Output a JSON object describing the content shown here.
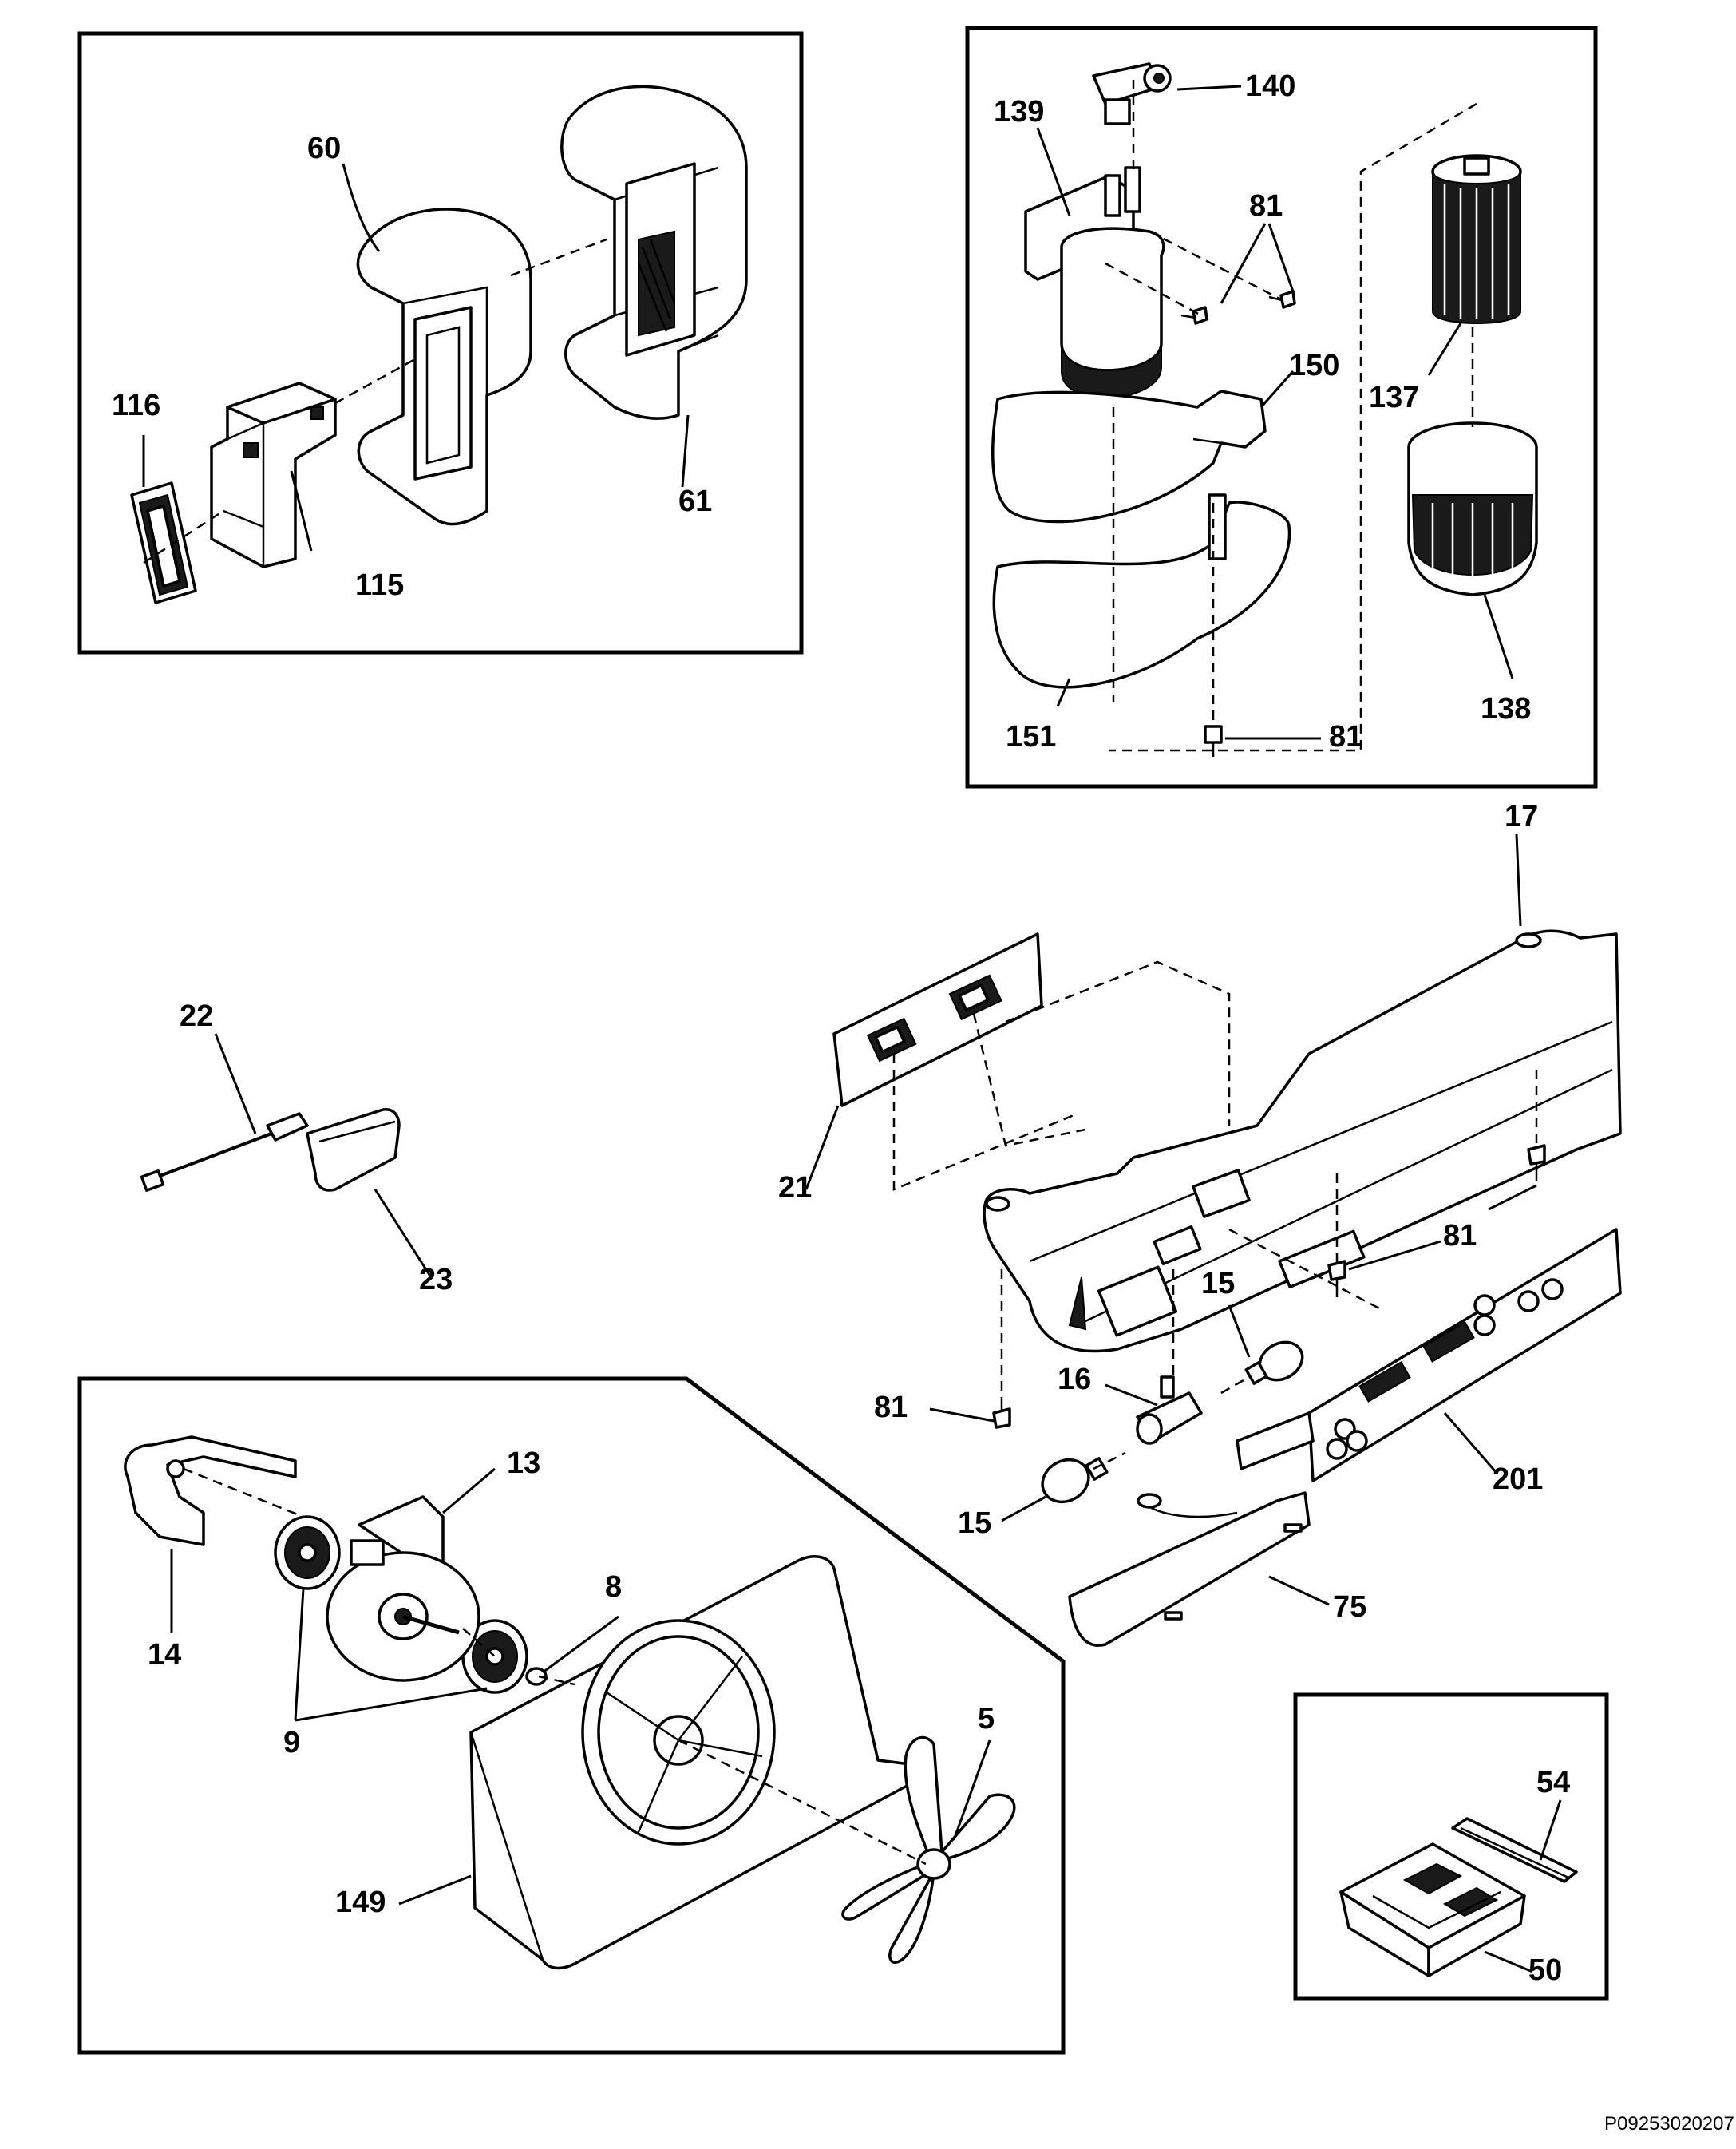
{
  "diagram": {
    "drawing_code": "P09253020207",
    "groups": [
      {
        "id": "filter-cover",
        "labels": [
          "60",
          "61",
          "115",
          "116"
        ]
      },
      {
        "id": "water-filter",
        "labels": [
          "81",
          "137",
          "138",
          "139",
          "140",
          "150",
          "151"
        ]
      },
      {
        "id": "dispenser-housing",
        "labels": [
          "15",
          "16",
          "17",
          "21",
          "22",
          "23",
          "75",
          "81",
          "201"
        ]
      },
      {
        "id": "fan-assembly",
        "labels": [
          "5",
          "8",
          "9",
          "13",
          "14",
          "149"
        ]
      },
      {
        "id": "tray",
        "labels": [
          "50",
          "54"
        ]
      }
    ],
    "labels": {
      "l60": "60",
      "l61": "61",
      "l115": "115",
      "l116": "116",
      "l139": "139",
      "l140": "140",
      "l81a": "81",
      "l150": "150",
      "l137": "137",
      "l138": "138",
      "l151": "151",
      "l81b": "81",
      "l17": "17",
      "l21": "21",
      "l22": "22",
      "l23": "23",
      "l81c": "81",
      "l15a": "15",
      "l16": "16",
      "l81d": "81",
      "l15b": "15",
      "l201": "201",
      "l75": "75",
      "l13": "13",
      "l14": "14",
      "l8": "8",
      "l9": "9",
      "l5": "5",
      "l149": "149",
      "l54": "54",
      "l50": "50"
    }
  }
}
